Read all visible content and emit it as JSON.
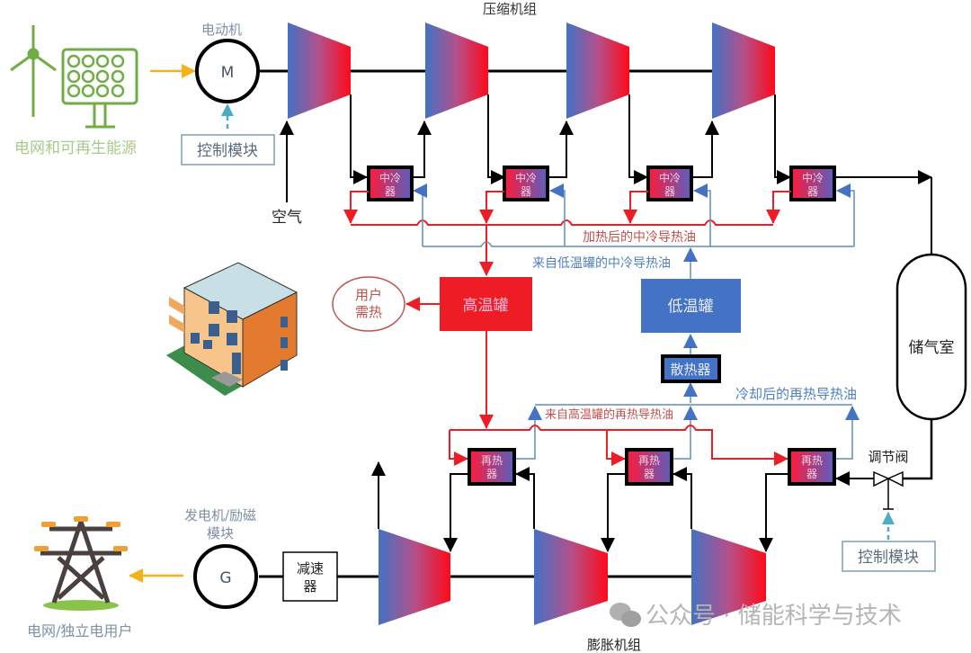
{
  "diagram": {
    "type": "compressed-air-energy-storage-process-flow",
    "labels": {
      "power_source": "电网和可再生能源",
      "motor_title": "电动机",
      "motor_symbol": "M",
      "control_module_top": "控制模块",
      "air_inlet": "空气",
      "compressor_group": "压缩机组",
      "intercooler": [
        "中冷",
        "器"
      ],
      "heated_oil": "加热后的中冷导热油",
      "low_tank_oil": "来自低温罐的中冷导热油",
      "high_tank": "高温罐",
      "low_tank": "低温罐",
      "user_heat": [
        "用户",
        "需热"
      ],
      "radiator": "散热器",
      "cooled_reheat_oil": "冷却后的再热导热油",
      "high_tank_reheat_oil": "来自高温罐的再热导热油",
      "reheater": [
        "再热",
        "器"
      ],
      "storage_chamber": "储气室",
      "regulating_valve": "调节阀",
      "control_module_bottom": "控制模块",
      "generator_title": [
        "发电机/励磁",
        "模块"
      ],
      "generator_symbol": "G",
      "gearbox": [
        "减速",
        "器"
      ],
      "grid_users": "电网/独立电用户",
      "expander_group": "膨胀机组",
      "watermark": "公众号 · 储能科学与技术"
    },
    "colors": {
      "hot_red": "#ee1c24",
      "cold_blue": "#4472c4",
      "oil_blue_line": "#5b8fb9",
      "control_arrow": "#4bacc6",
      "power_arrow": "#f5b31a",
      "green_icon": "#70ad47",
      "grey_text": "#7f8fa6"
    },
    "compressors": 4,
    "intercoolers": 4,
    "expanders": 3,
    "reheaters": 3
  }
}
